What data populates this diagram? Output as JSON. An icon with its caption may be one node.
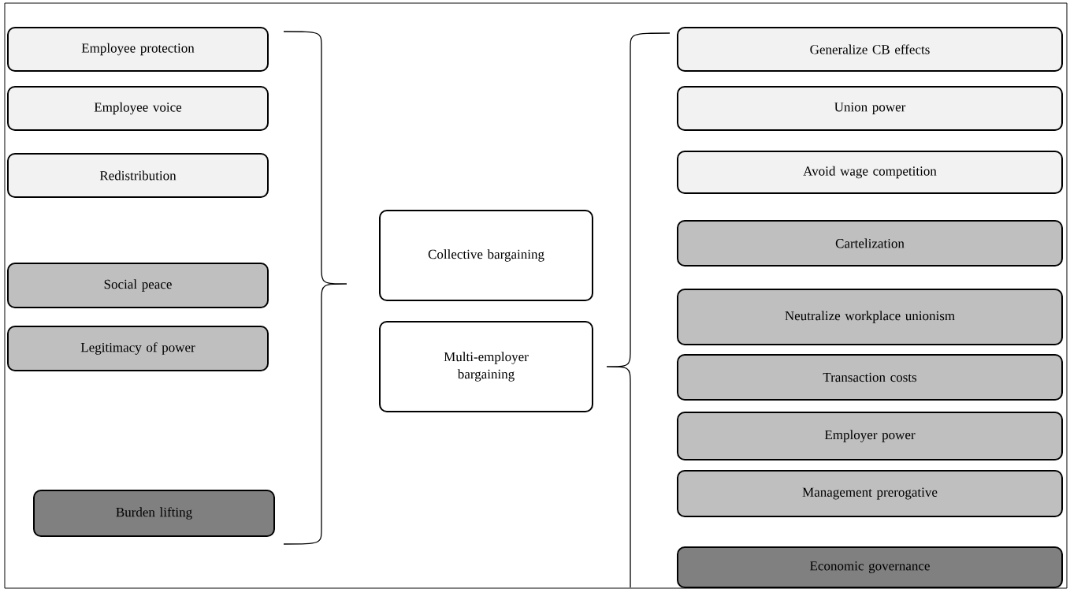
{
  "diagram": {
    "nodes": [
      {
        "text": [
          "Employee protection"
        ]
      },
      {
        "text": [
          "Employee voice"
        ]
      },
      {
        "text": [
          "Redistribution"
        ]
      },
      {
        "text": [
          "Social peace"
        ]
      },
      {
        "text": [
          "Legitimacy of power"
        ]
      },
      {
        "text": [
          "Burden lifting"
        ]
      },
      {
        "text": [
          "Collective bargaining"
        ]
      },
      {
        "text": [
          "Multi-employer bargaining"
        ]
      },
      {
        "text": [
          "Generalize CB effects"
        ]
      },
      {
        "text": [
          "Union power"
        ]
      },
      {
        "text": [
          "Avoid wage competition"
        ]
      },
      {
        "text": [
          "Cartelization"
        ]
      },
      {
        "text": [
          "Neutralize workplace unionism"
        ]
      },
      {
        "text": [
          "Transaction costs"
        ]
      },
      {
        "text": [
          "Employer power"
        ]
      },
      {
        "text": [
          "Management prerogative"
        ]
      },
      {
        "text": [
          "Economic governance"
        ]
      }
    ]
  }
}
